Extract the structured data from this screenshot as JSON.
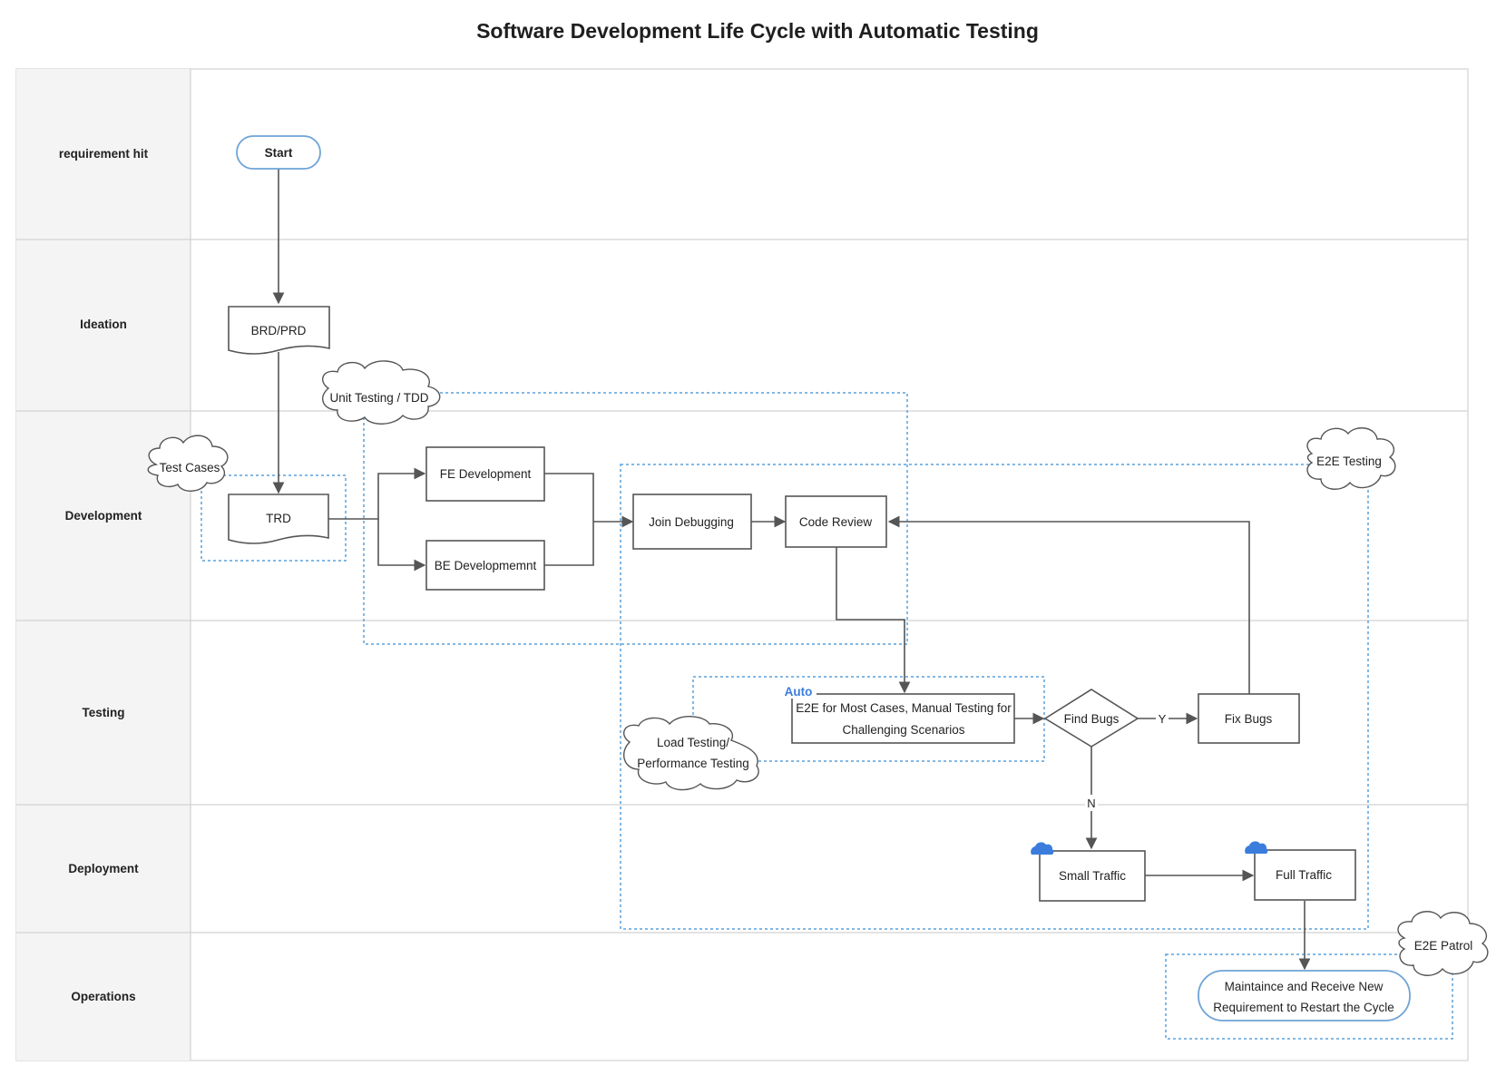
{
  "title": "Software Development Life Cycle with Automatic Testing",
  "lanes": [
    {
      "label": "requirement hit"
    },
    {
      "label": "Ideation"
    },
    {
      "label": "Development"
    },
    {
      "label": "Testing"
    },
    {
      "label": "Deployment"
    },
    {
      "label": "Operations"
    }
  ],
  "nodes": {
    "start": "Start",
    "brd": "BRD/PRD",
    "trd": "TRD",
    "fe": "FE Development",
    "be": "BE Developmemnt",
    "join": "Join Debugging",
    "review": "Code Review",
    "e2e_line1": "E2E for Most Cases, Manual Testing for",
    "e2e_line2": "Challenging Scenarios",
    "find_bugs": "Find Bugs",
    "fix_bugs": "Fix Bugs",
    "small_traffic": "Small Traffic",
    "full_traffic": "Full Traffic",
    "maint_line1": "Maintaince and Receive New",
    "maint_line2": "Requirement to Restart the Cycle"
  },
  "annotations": {
    "test_cases": "Test Cases",
    "unit_testing": "Unit Testing / TDD",
    "e2e_testing": "E2E Testing",
    "load_line1": "Load Testing/",
    "load_line2": "Performance Testing",
    "e2e_patrol": "E2E Patrol",
    "auto": "Auto"
  },
  "edge_labels": {
    "yes": "Y",
    "no": "N"
  },
  "colors": {
    "accent": "#3b7ddd",
    "dashed": "#5aa0dc",
    "lane_bg": "#f4f4f4"
  },
  "icons": [
    "cloud-icon",
    "cloud-icon"
  ]
}
